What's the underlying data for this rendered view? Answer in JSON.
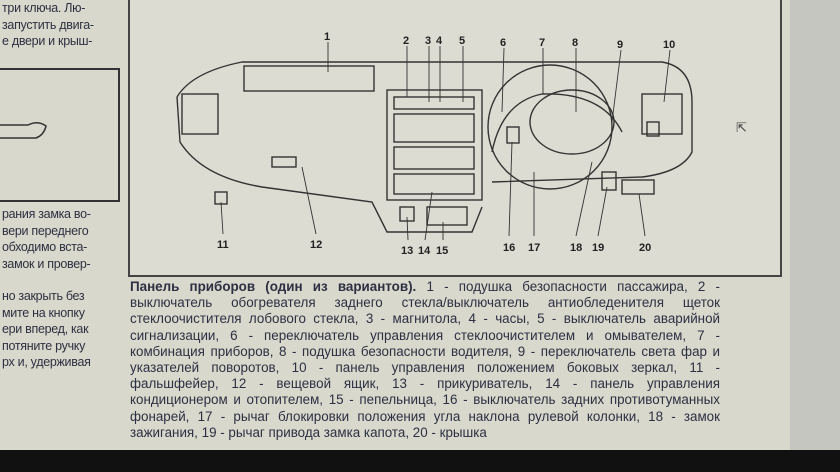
{
  "left_column": {
    "top_lines": [
      "три ключа. Лю-",
      "запустить двига-",
      "е двери и крыш-"
    ],
    "mid_lines": [
      "рания замка во-",
      "вери переднего",
      "обходимо вста-",
      "замок и провер-"
    ],
    "bottom_lines": [
      "но закрыть без",
      "мите на кнопку",
      "ери вперед, как",
      "потяните ручку",
      "рх и, удерживая"
    ]
  },
  "diagram": {
    "callouts": [
      "1",
      "2",
      "3",
      "4",
      "5",
      "6",
      "7",
      "8",
      "9",
      "10",
      "11",
      "12",
      "13",
      "14",
      "15",
      "16",
      "17",
      "18",
      "19",
      "20"
    ]
  },
  "caption": {
    "title": "Панель приборов (один из вариантов).",
    "text": "1 - подушка безопасности пассажира, 2 - выключатель обогревателя заднего стекла/выключатель антиобледенителя щеток стеклоочистителя лобового стекла, 3 - магнитола, 4 - часы, 5 - выключатель аварийной сигнализации, 6 - переключатель управления стеклоочистителем и омывателем, 7 - комбинация приборов, 8 - подушка безопасности водителя, 9 - переключатель света фар и указателей поворотов, 10 - панель управления положением боковых зеркал, 11 - фальшфейер, 12 - вещевой ящик, 13 - прикуриватель, 14 - панель управления кондиционером и отопителем, 15 - пепельница, 16 - выключатель задних противотуманных фонарей, 17 - рычаг блокировки положения угла наклона рулевой колонки, 18 - замок зажигания, 19 - рычаг привода замка капота, 20 - крышка"
  }
}
